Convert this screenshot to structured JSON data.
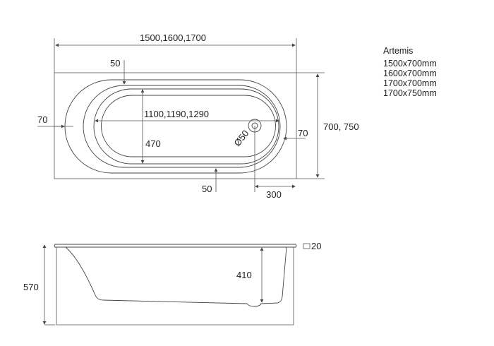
{
  "model": {
    "name": "Artemis",
    "sizes": [
      "1500x700mm",
      "1600x700mm",
      "1700x700mm",
      "1700x750mm"
    ]
  },
  "top_view": {
    "overall_length": "1500,1600,1700",
    "overall_width": "700, 750",
    "inner_length": "1100,1190,1290",
    "inner_width": "470",
    "rim_top": "50",
    "rim_bottom": "50",
    "rim_left": "70",
    "rim_right": "70",
    "drain_diameter": "Ø50",
    "drain_offset": "300"
  },
  "side_view": {
    "total_height": "570",
    "inner_depth": "410",
    "rim_thickness": "20"
  }
}
